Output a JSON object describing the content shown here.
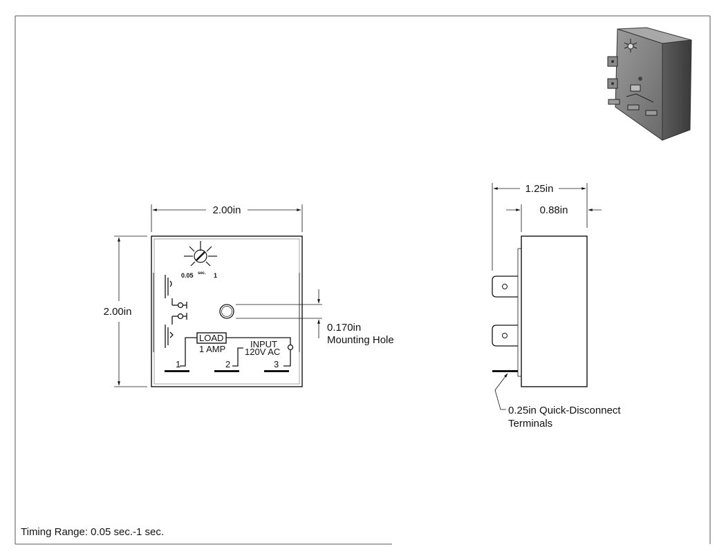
{
  "front_view": {
    "width_label": "2.00in",
    "height_label": "2.00in",
    "dial_min": "0.05",
    "dial_unit": "sec.",
    "dial_max": "1",
    "load_box": "LOAD",
    "load_rating": "1 AMP",
    "input_label": "INPUT",
    "input_rating": "120V AC",
    "terminal_1": "1",
    "terminal_2": "2",
    "terminal_3": "3",
    "hole_dim": "0.170in",
    "hole_label": "Mounting Hole"
  },
  "side_view": {
    "overall_depth": "1.25in",
    "body_depth": "0.88in",
    "terminal_note_line1": "0.25in Quick-Disconnect",
    "terminal_note_line2": "Terminals"
  },
  "footer": {
    "timing_range": "Timing Range: 0.05 sec.-1 sec."
  }
}
